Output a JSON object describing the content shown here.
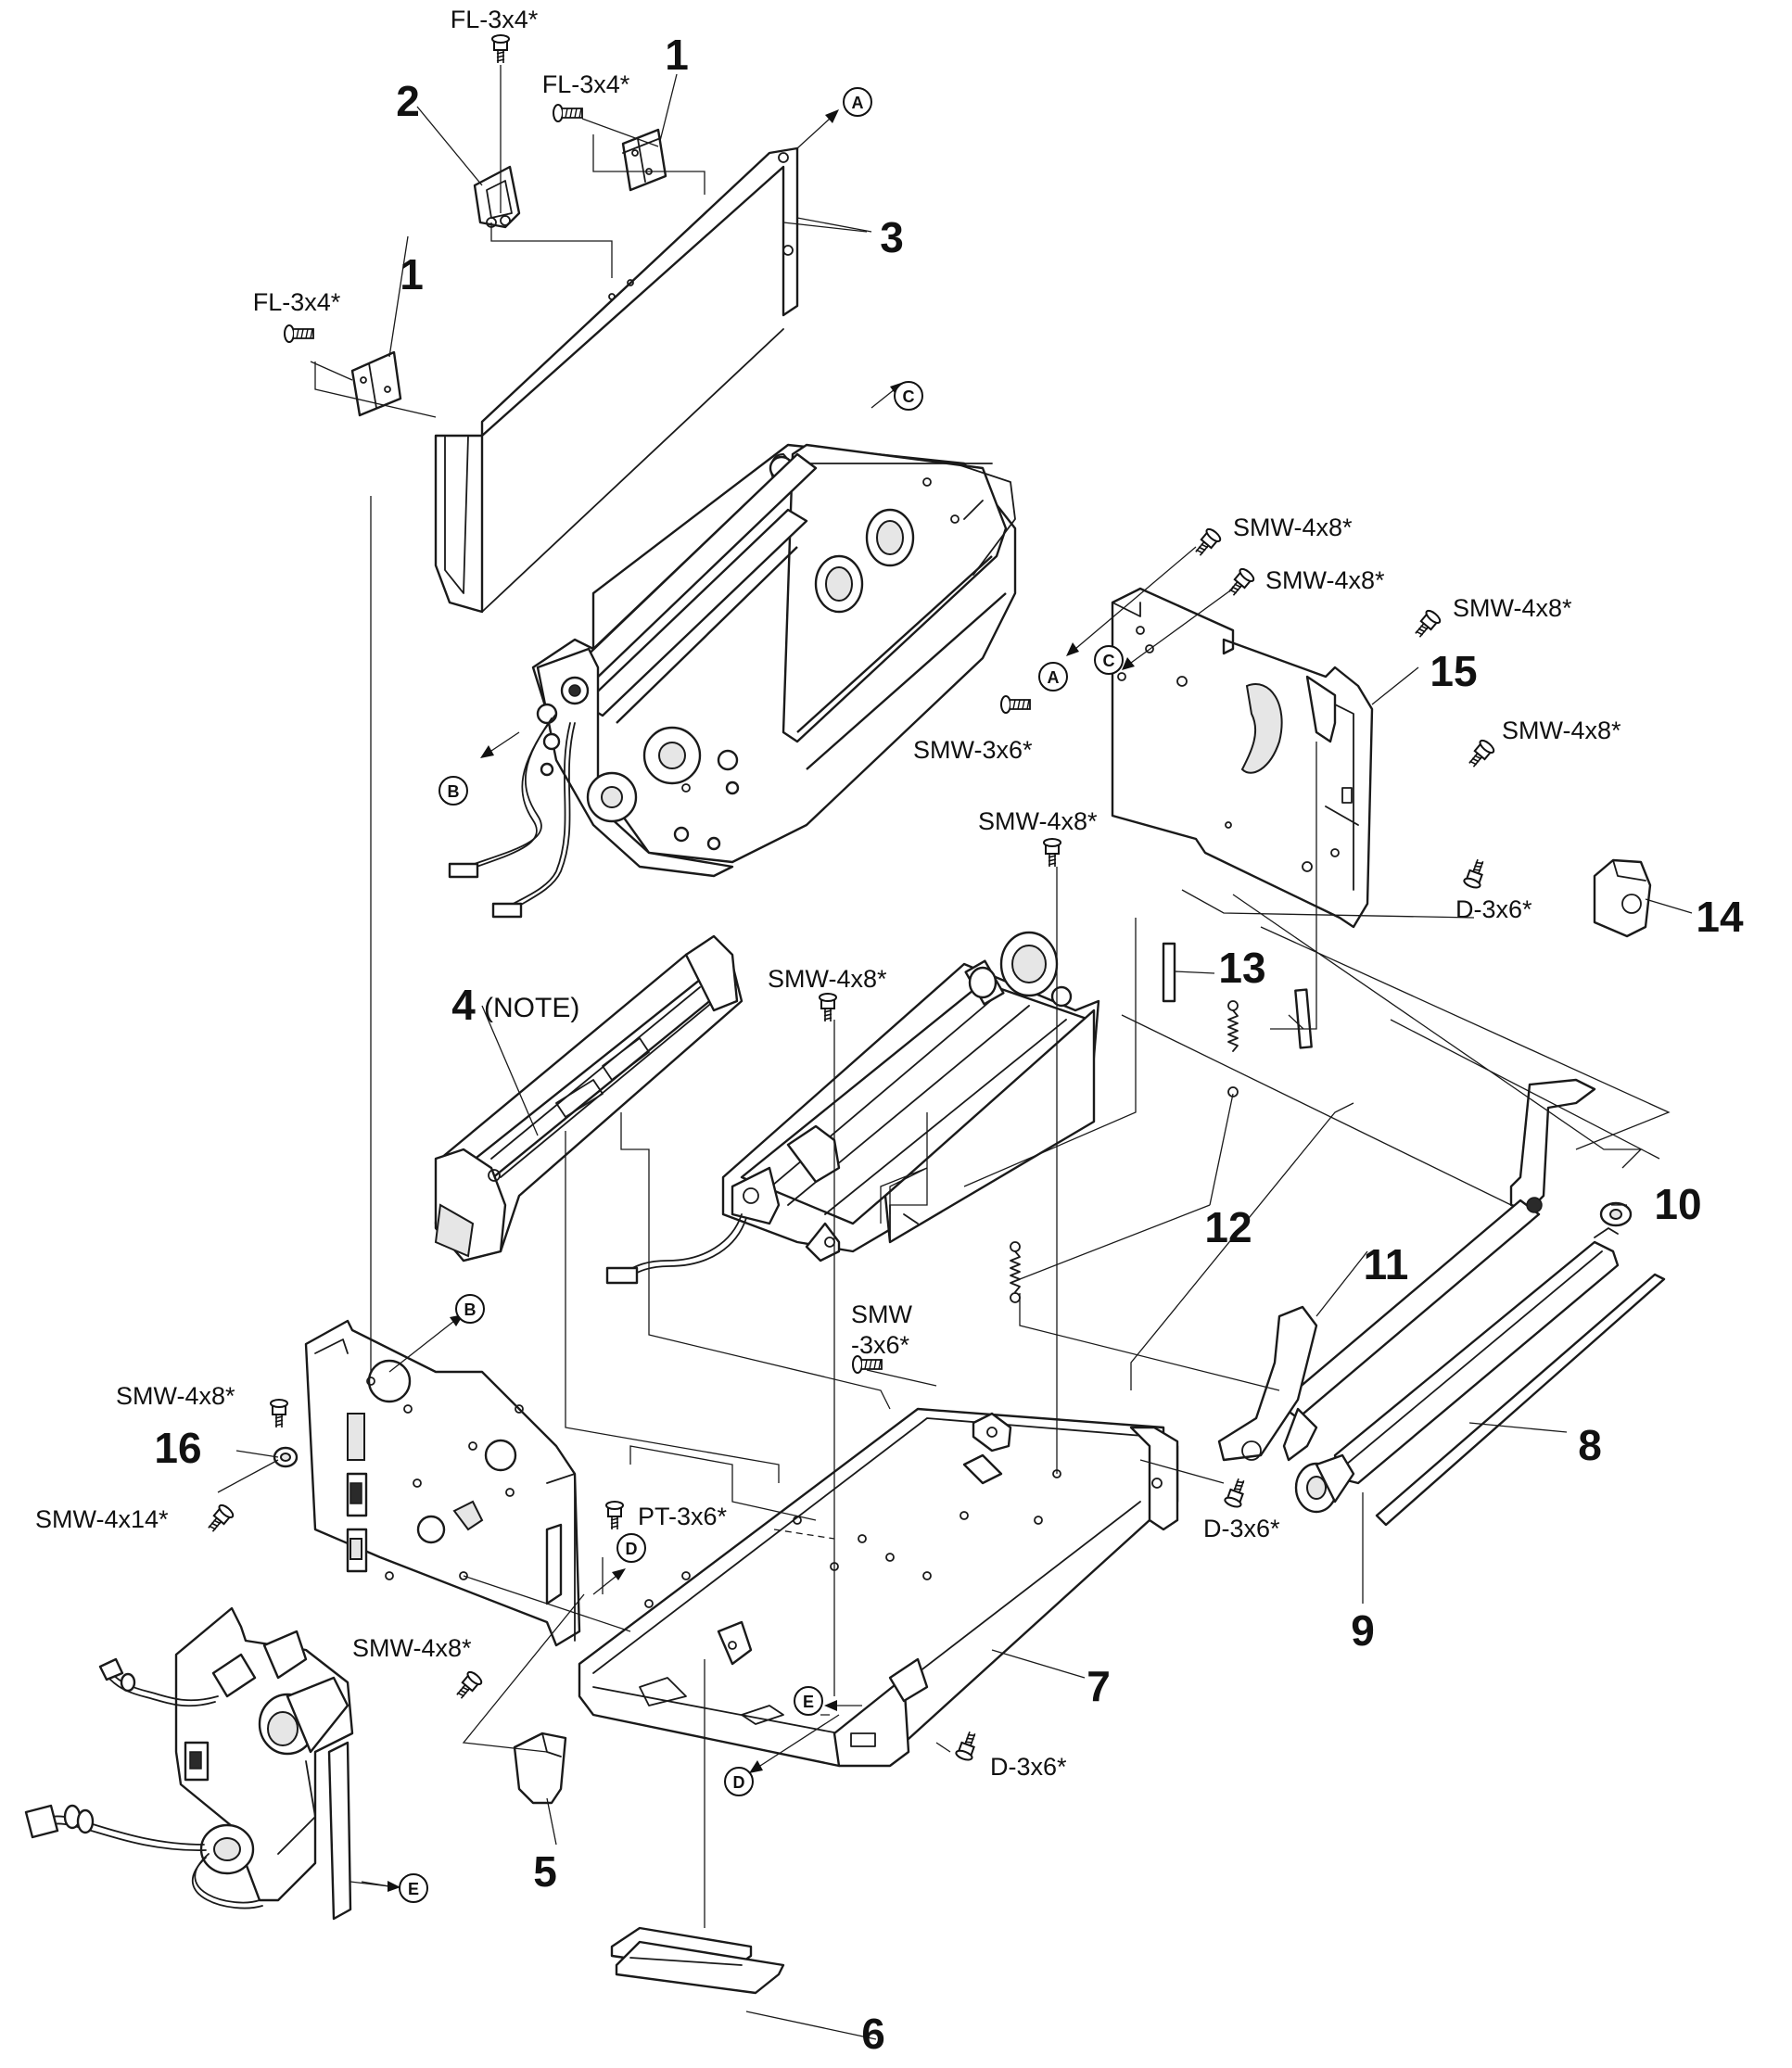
{
  "diagram": {
    "callouts": {
      "c1a": "1",
      "c1b": "1",
      "c2": "2",
      "c3": "3",
      "c4": "4",
      "c4note": "(NOTE)",
      "c5": "5",
      "c6": "6",
      "c7": "7",
      "c8": "8",
      "c9": "9",
      "c10": "10",
      "c11": "11",
      "c12": "12",
      "c13": "13",
      "c14": "14",
      "c15": "15",
      "c16": "16"
    },
    "screws": {
      "fl_top": "FL-3x4*",
      "fl_mid": "FL-3x4*",
      "fl_left": "FL-3x4*",
      "smw48_a": "SMW-4x8*",
      "smw48_b": "SMW-4x8*",
      "smw48_c": "SMW-4x8*",
      "smw36_side": "SMW-3x6*",
      "smw48_d": "SMW-4x8*",
      "smw48_e": "SMW-4x8*",
      "d36_right": "D-3x6*",
      "smw48_f": "SMW-4x8*",
      "smw_line1": "SMW",
      "smw_line2": "-3x6*",
      "smw48_left": "SMW-4x8*",
      "smw414": "SMW-4x14*",
      "pt36": "PT-3x6*",
      "d36_base": "D-3x6*",
      "smw48_bottom": "SMW-4x8*",
      "d36_front": "D-3x6*"
    },
    "refs": {
      "a": "A",
      "b": "B",
      "c": "C",
      "d": "D",
      "e": "E"
    }
  }
}
